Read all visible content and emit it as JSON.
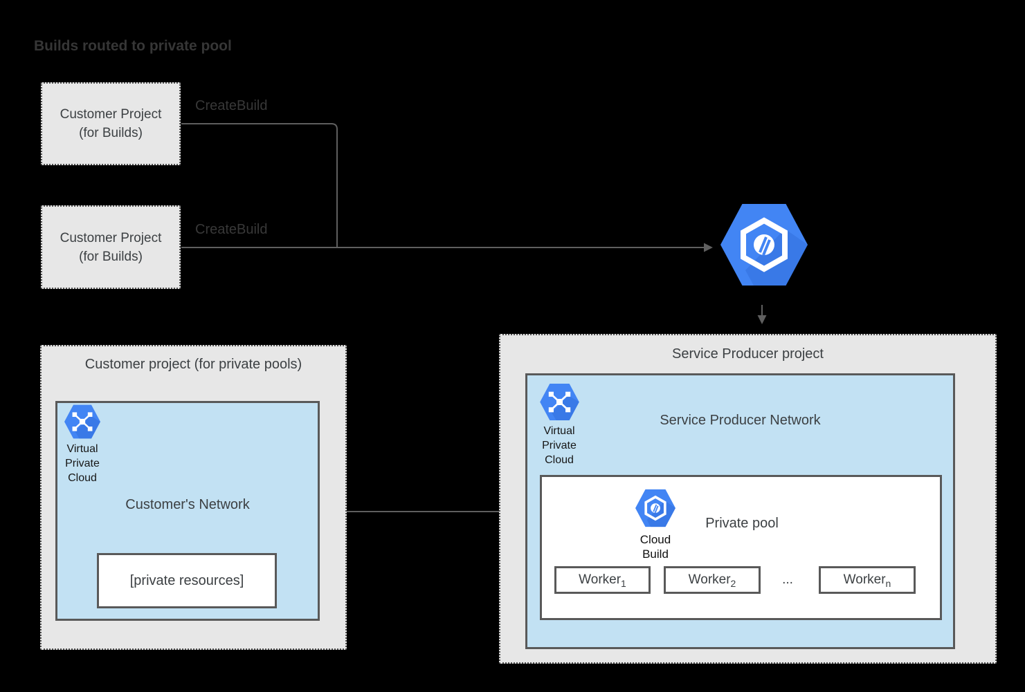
{
  "title": "Builds routed to private pool",
  "customer_build_box_1": {
    "line1": "Customer Project",
    "line2": "(for Builds)"
  },
  "customer_build_box_2": {
    "line1": "Customer Project",
    "line2": "(for Builds)"
  },
  "create_build_label_1": "CreateBuild",
  "create_build_label_2": "CreateBuild",
  "customer_pool_project": {
    "title": "Customer project (for private pools)",
    "network_title": "Customer's Network",
    "vpc_label": {
      "line1": "Virtual",
      "line2": "Private",
      "line3": "Cloud"
    },
    "private_resources": "[private resources]"
  },
  "service_producer_project": {
    "title": "Service Producer project",
    "network_title": "Service Producer Network",
    "vpc_label": {
      "line1": "Virtual",
      "line2": "Private",
      "line3": "Cloud"
    },
    "private_pool": {
      "title": "Private pool",
      "cloud_build_label": {
        "line1": "Cloud",
        "line2": "Build"
      },
      "workers": [
        {
          "base": "Worker",
          "sub": "1"
        },
        {
          "base": "Worker",
          "sub": "2"
        },
        {
          "base": "Worker",
          "sub": "n"
        }
      ],
      "ellipsis": "..."
    }
  },
  "colors": {
    "background": "#000000",
    "container_fill": "#e7e7e7",
    "network_fill": "#c2e1f3",
    "solid_border": "#595959",
    "dotted_border": "#4f4f4f",
    "connector": "#5f5f5f",
    "icon_blue": "#4285f4",
    "icon_blue_shadow": "#2f6ad8",
    "text_dark": "#3c4043",
    "edge_label_gray": "#383838"
  }
}
